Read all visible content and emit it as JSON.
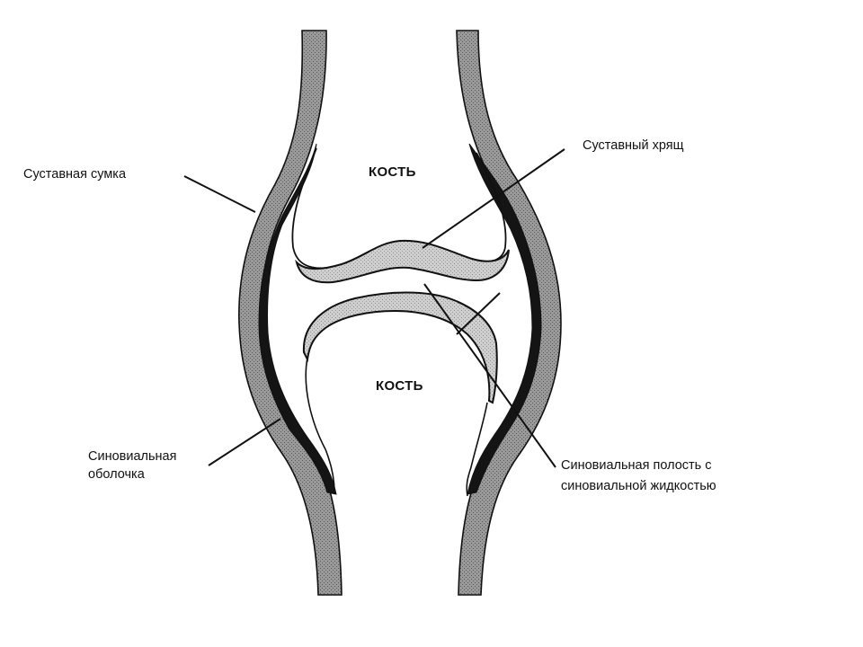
{
  "labels": {
    "bone_top": "КОСТЬ",
    "bone_bottom": "КОСТЬ",
    "joint_capsule": "Суставная сумка",
    "articular_cartilage": "Суставный хрящ",
    "synovial_membrane_line1": "Синовиальная",
    "synovial_membrane_line2": "оболочка",
    "synovial_cavity_line1": "Синовиальная полость с",
    "synovial_cavity_line2": "синовиальной жидкостью"
  },
  "colors": {
    "capsule_fill": "#8c8c8c",
    "cartilage_fill": "#c8c8c8",
    "membrane_fill": "#1a1a1a",
    "outline": "#111111"
  }
}
